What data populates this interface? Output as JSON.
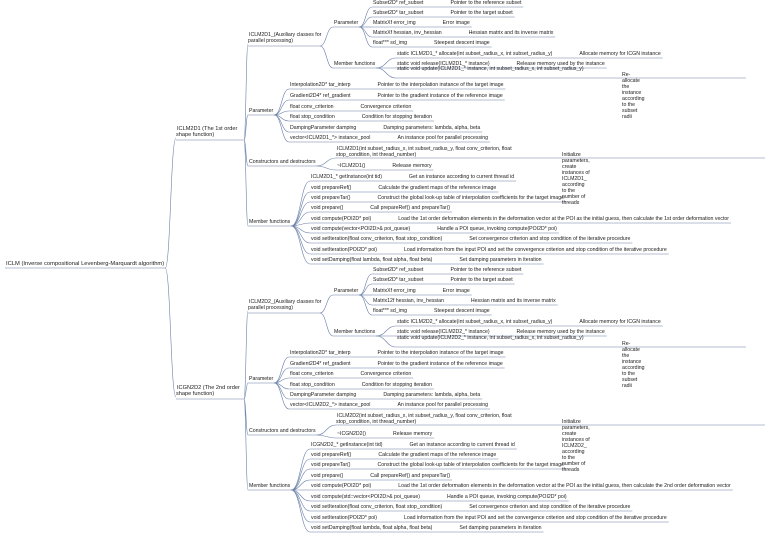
{
  "diagram": {
    "root": "ICLM (Inverse compositional Levenberg-Marquardt algorithm)",
    "branches": [
      {
        "label": "ICLM2D1 (The 1st order shape function)",
        "children": [
          {
            "label": "ICLM2D1_(Auxiliary classes for parallel processing)",
            "children": [
              {
                "label": "Parameter",
                "children": [
                  {
                    "label": "Subset2D* ref_subset",
                    "note": "Pointer to the reference subset"
                  },
                  {
                    "label": "Subset2D* tar_subset",
                    "note": "Pointer to the target subset"
                  },
                  {
                    "label": "MatrixXf error_img",
                    "note": "Error image"
                  },
                  {
                    "label": "MatrixXf hessian, inv_hessian",
                    "note": "Hessian matrix and its inverse matrix"
                  },
                  {
                    "label": "float*** sd_img",
                    "note": "Steepest descent image"
                  }
                ]
              },
              {
                "label": "Member functions",
                "children": [
                  {
                    "label": "static ICLM2D1_* allocate(int subset_radius_x, int subset_radius_y)",
                    "note": "Allocate memory for ICGN instance"
                  },
                  {
                    "label": "static void release(ICLM2D1_* instance)",
                    "note": "Release memory used by the instance"
                  },
                  {
                    "label": "static void update(ICLM2D1_* instance, int subset_radius_x, int subset_radius_y)",
                    "note": "Re-allocate the instance according to the subset radii"
                  }
                ]
              }
            ]
          },
          {
            "label": "Parameter",
            "children": [
              {
                "label": "Interpolation2D* tar_interp",
                "note": "Pointer to the interpolation instance of the target image"
              },
              {
                "label": "Gradient2D4* ref_gradient",
                "note": "Pointer to the gradient instance of the reference image"
              },
              {
                "label": "float conv_criterion",
                "note": "Convergence criterion"
              },
              {
                "label": "float stop_condition",
                "note": "Condition for stopping iteration"
              },
              {
                "label": "DampingParameter damping",
                "note": "Damping parameters: lambda, alpha, beta"
              },
              {
                "label": "vector<ICLM2D1_*> instance_pool",
                "note": "An instance pool for parallel processing"
              }
            ]
          },
          {
            "label": "Constructors and destructors",
            "children": [
              {
                "label": "ICLM2D1(int subset_radius_x, int subset_radius_y, float conv_criterion, float stop_condition, int thread_number)",
                "note": "Initialize parameters, create instances of ICLM2D1_ according to the number of threads"
              },
              {
                "label": "~ICLM2D1()",
                "note": "Release memory"
              }
            ]
          },
          {
            "label": "Member functions",
            "children": [
              {
                "label": "ICLM2D1_* getInstance(int tid)",
                "note": "Get an instance according to current thread id"
              },
              {
                "label": "void prepareRef()",
                "note": "Calculate the gradient maps of the reference image"
              },
              {
                "label": "void prepareTar()",
                "note": "Construct the global look-up table of interpolation coefficients for the target image"
              },
              {
                "label": "void prepare()",
                "note": "Call prepareRef() and prepareTar()"
              },
              {
                "label": "void compute(POI2D* poi)",
                "note": "Load the 1st order deformation elements in the deformation vector at the POI as the initial guess, then calculate the 1st order deformation vector"
              },
              {
                "label": "void compute(vector<POI2D>& poi_queue)",
                "note": "Handle a POI queue, invoking compute(POI2D* poi)"
              },
              {
                "label": "void setIteration(float conv_criterion, float stop_condition)",
                "note": "Set convergence criterion and stop condition of the iterative procedure"
              },
              {
                "label": "void setIteration(POI2D* poi)",
                "note": "Load information from the input POI and set the convergence criterion and stop condition of the iterative procedure"
              },
              {
                "label": "void setDamping(float lambda, float alpha, float beta)",
                "note": "Set damping parameters in iteration"
              }
            ]
          }
        ]
      },
      {
        "label": "ICGN2D2 (The 2nd order shape function)",
        "children": [
          {
            "label": "ICLM2D2_(Auxiliary classes for parallel processing)",
            "children": [
              {
                "label": "Parameter",
                "children": [
                  {
                    "label": "Subset2D* ref_subset",
                    "note": "Pointer to the reference subset"
                  },
                  {
                    "label": "Subset2D* tar_subset",
                    "note": "Pointer to the target subset"
                  },
                  {
                    "label": "MatrixXf error_img",
                    "note": "Error image"
                  },
                  {
                    "label": "Matrix12f hessian, inv_hessian",
                    "note": "Hessian matrix and its inverse matrix"
                  },
                  {
                    "label": "float*** sd_img",
                    "note": "Steepest descent image"
                  }
                ]
              },
              {
                "label": "Member functions",
                "children": [
                  {
                    "label": "static ICLM2D2_* allocate(int subset_radius_x, int subset_radius_y)",
                    "note": "Allocate memory for ICGN instance"
                  },
                  {
                    "label": "static void release(ICLM2D2_* instance)",
                    "note": "Release memory used by the instance"
                  },
                  {
                    "label": "static void update(ICLM2D2_* instance, int subset_radius_x, int subset_radius_y)",
                    "note": "Re-allocate the instance according to the subset radii"
                  }
                ]
              }
            ]
          },
          {
            "label": "Parameter",
            "children": [
              {
                "label": "Interpolation2D* tar_interp",
                "note": "Pointer to the interpolation instance of the target image"
              },
              {
                "label": "Gradient2D4* ref_gradient",
                "note": "Pointer to the gradient instance of the reference image"
              },
              {
                "label": "float conv_criterion",
                "note": "Convergence criterion"
              },
              {
                "label": "float stop_condition",
                "note": "Condition for stopping iteration"
              },
              {
                "label": "DampingParameter damping",
                "note": "Damping parameters: lambda, alpha, beta"
              },
              {
                "label": "vector<ICLM2D2_*> instance_pool",
                "note": "An instance pool for parallel processing"
              }
            ]
          },
          {
            "label": "Constructors and destructors",
            "children": [
              {
                "label": "ICLM2D2(int subset_radius_x, int subset_radius_y, float conv_criterion, float stop_condition, int thread_number)",
                "note": "Initialize parameters, create instances of ICLM2D2_ according to the number of threads"
              },
              {
                "label": "~ICGN2D2()",
                "note": "Release memory"
              }
            ]
          },
          {
            "label": "Member functions",
            "children": [
              {
                "label": "ICGN2D2_* getInstance(int tid)",
                "note": "Get an instance according to current thread id"
              },
              {
                "label": "void prepareRef()",
                "note": "Calculate the gradient maps of the reference image"
              },
              {
                "label": "void prepareTar()",
                "note": "Construct the global look-up table of interpolation coefficients for the target image"
              },
              {
                "label": "void prepare()",
                "note": "Call prepareRef() and prepareTar()"
              },
              {
                "label": "void compute(POI2D* poi)",
                "note": "Load the 1st order deformation elements in the deformation vector at the POI as the initial guess, then calculate the 2nd order deformation vector"
              },
              {
                "label": "void compute(std::vector<POI2D>& poi_queue)",
                "note": "Handle a POI queue, invoking compute(POI2D* poi)"
              },
              {
                "label": "void setIteration(float conv_criterion, float stop_condition)",
                "note": "Set convergence criterion and stop condition of the iterative procedure"
              },
              {
                "label": "void setIteration(POI2D* poi)",
                "note": "Load information from the input POI and set the convergence criterion and stop condition of the iterative procedure"
              },
              {
                "label": "void setDamping(float lambda, float alpha, float beta)",
                "note": "Set damping parameters in iteration"
              }
            ]
          }
        ]
      }
    ]
  },
  "colors": {
    "line": "#6a7fa8",
    "text": "#1a1a1a"
  }
}
